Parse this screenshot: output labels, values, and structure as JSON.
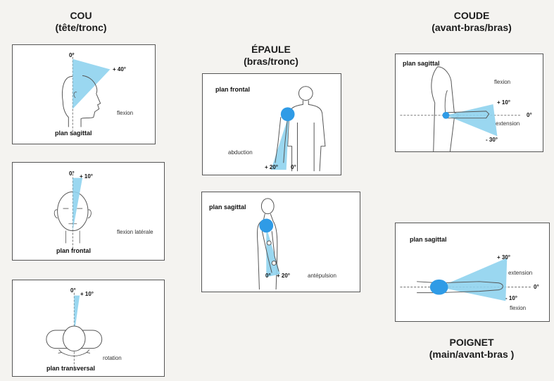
{
  "colors": {
    "angle_fill": "#8fd3ee",
    "joint": "#2f9be6",
    "line": "#555555",
    "panel_border": "#555555"
  },
  "sections": {
    "cou": {
      "title": "COU",
      "subtitle": "(tête/tronc)"
    },
    "epaule": {
      "title": "ÉPAULE",
      "subtitle": "(bras/tronc)"
    },
    "coude": {
      "title": "COUDE",
      "subtitle": "(avant-bras/bras)"
    },
    "poignet": {
      "title": "POIGNET",
      "subtitle": "(main/avant-bras )"
    }
  },
  "panels": {
    "cou_flexion": {
      "plane": "plan sagittal",
      "movement": "flexion",
      "deg_start": "0°",
      "deg_end": "+ 40°"
    },
    "cou_lateral": {
      "plane": "plan frontal",
      "movement": "flexion latérale",
      "deg_start": "0°",
      "deg_end": "+ 10°"
    },
    "cou_rotation": {
      "plane": "plan transversal",
      "movement": "rotation",
      "deg_start": "0°",
      "deg_end": "+ 10°"
    },
    "epaule_abduction": {
      "plane": "plan frontal",
      "movement": "abduction",
      "deg_start": "0°",
      "deg_end": "+ 20°"
    },
    "epaule_antepulsion": {
      "plane": "plan sagittal",
      "movement": "antépulsion",
      "deg_start": "0°",
      "deg_end": "+ 20°"
    },
    "coude_flexion": {
      "plane": "plan sagittal",
      "movement_1": "flexion",
      "movement_2": "extension",
      "deg_up": "+ 10°",
      "deg_zero": "0°",
      "deg_down": "- 30°"
    },
    "poignet_flexion": {
      "plane": "plan sagittal",
      "movement_1": "extension",
      "movement_2": "flexion",
      "deg_up": "+ 30°",
      "deg_zero": "0°",
      "deg_down": "- 10°"
    }
  }
}
